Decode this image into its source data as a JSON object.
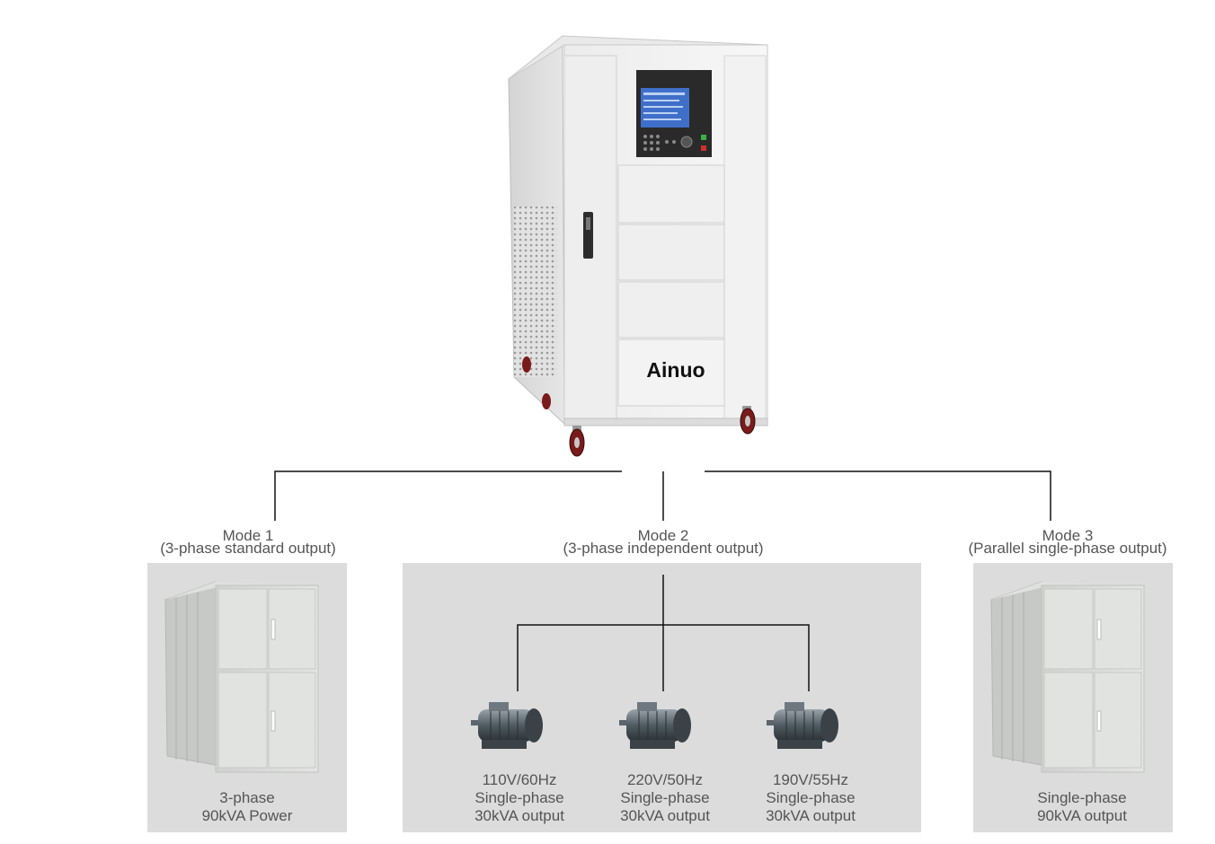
{
  "brand": "Ainuo",
  "modes": [
    {
      "title": "Mode 1",
      "subtitle": "(3-phase standard output)",
      "caption_lines": [
        "3-phase",
        "90kVA Power"
      ]
    },
    {
      "title": "Mode 2",
      "subtitle": "(3-phase independent output)",
      "outputs": [
        {
          "line1": "110V/60Hz",
          "line2": "Single-phase",
          "line3": "30kVA output"
        },
        {
          "line1": "220V/50Hz",
          "line2": "Single-phase",
          "line3": "30kVA output"
        },
        {
          "line1": "190V/55Hz",
          "line2": "Single-phase",
          "line3": "30kVA output"
        }
      ]
    },
    {
      "title": "Mode 3",
      "subtitle": "(Parallel single-phase output)",
      "caption_lines": [
        "Single-phase",
        "90kVA output"
      ]
    }
  ]
}
